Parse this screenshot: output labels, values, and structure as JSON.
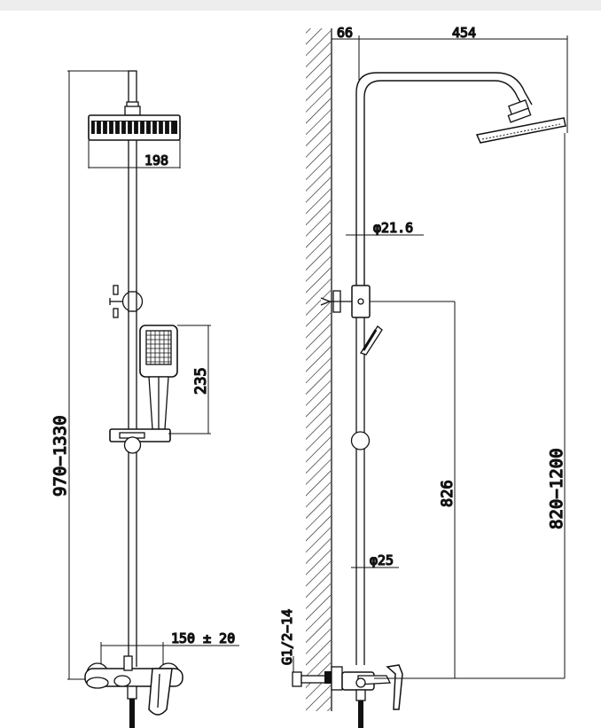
{
  "front_view": {
    "head_width_label": "198",
    "hand_shower_length_label": "235",
    "total_height_label": "970−1330",
    "inlet_spacing_label": "150 ± 20"
  },
  "side_view": {
    "wall_offset_label": "66",
    "arm_projection_label": "454",
    "upper_pipe_label": "φ21.6",
    "lower_pipe_label": "φ25",
    "bracket_height_label": "826",
    "adjustable_height_label": "820−1200",
    "thread_label": "G1/2−14"
  },
  "colors": {
    "line": "#111111",
    "background": "#ffffff",
    "top_bar": "#ededed"
  }
}
